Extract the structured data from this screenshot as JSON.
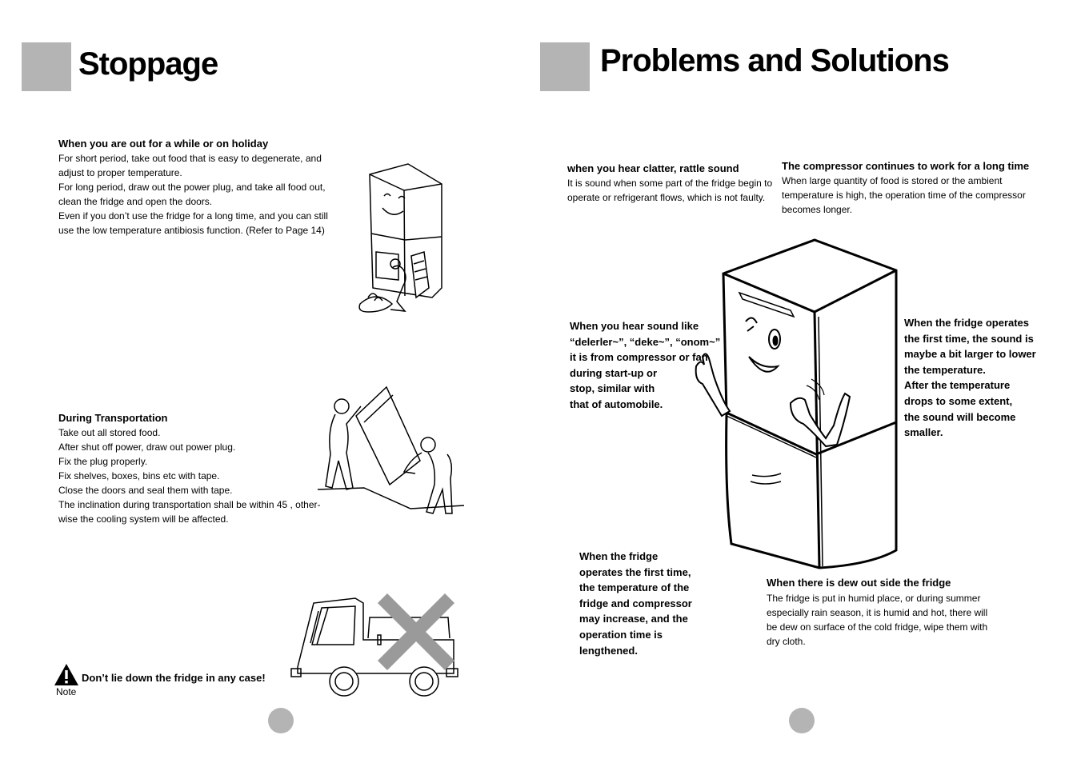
{
  "left_page": {
    "title": "Stoppage",
    "holiday": {
      "heading": "When you are out for a while or on holiday",
      "lines": [
        "For short period, take out food that is easy to degenerate, and",
        "adjust to proper temperature.",
        "For long period, draw out the power plug, and take all food out,",
        "clean the fridge and open the doors.",
        "Even if you don’t use the fridge for a long time, and you can still",
        "use the low temperature antibiosis function. (Refer to Page 14)"
      ]
    },
    "transport": {
      "heading": "During Transportation",
      "lines": [
        "Take out all stored food.",
        "After shut off power, draw out power plug.",
        "Fix the plug properly.",
        "Fix shelves, boxes, bins etc with tape.",
        "Close the doors and seal them with tape.",
        "The inclination during transportation shall be within 45   , other-",
        "wise the cooling system will be affected."
      ]
    },
    "warning": {
      "text": "Don’t lie down the fridge in any case!",
      "note_label": "Note"
    }
  },
  "right_page": {
    "title": "Problems and Solutions",
    "clatter": {
      "heading": "when you hear clatter, rattle sound",
      "lines": [
        "It is sound when some part of the fridge begin to",
        "operate or refrigerant flows, which is not faulty."
      ]
    },
    "compressor": {
      "heading": "The compressor continues to work for a long time",
      "lines": [
        "When large quantity of food is stored or the ambient",
        "temperature is high, the operation time of the compressor",
        "becomes longer."
      ]
    },
    "sound_like": {
      "lines": [
        "When you hear sound like",
        " “delerler~”, “deke~”, “onom~”",
        " it is from compressor or fan",
        "during start-up or",
        " stop, similar with",
        " that of automobile."
      ]
    },
    "first_time_right": {
      "lines": [
        "When the fridge operates",
        " the first time, the sound is",
        " maybe a bit larger to lower",
        " the temperature.",
        "After the temperature",
        " drops to some extent,",
        " the sound will become",
        " smaller."
      ]
    },
    "first_time_bottom": {
      "lines": [
        "When the fridge",
        "operates the first time,",
        "the temperature of the",
        " fridge and compressor",
        "may increase, and the",
        "operation time is",
        " lengthened."
      ]
    },
    "dew": {
      "heading": "When there is dew out side the fridge",
      "lines": [
        "The fridge is put in humid place, or during summer",
        "especially rain season, it is humid and hot, there will",
        "be dew on surface of the cold fridge, wipe them with",
        "dry cloth."
      ]
    }
  },
  "colors": {
    "accent_gray": "#b4b4b4",
    "x_mark": "#9a9a9a"
  }
}
